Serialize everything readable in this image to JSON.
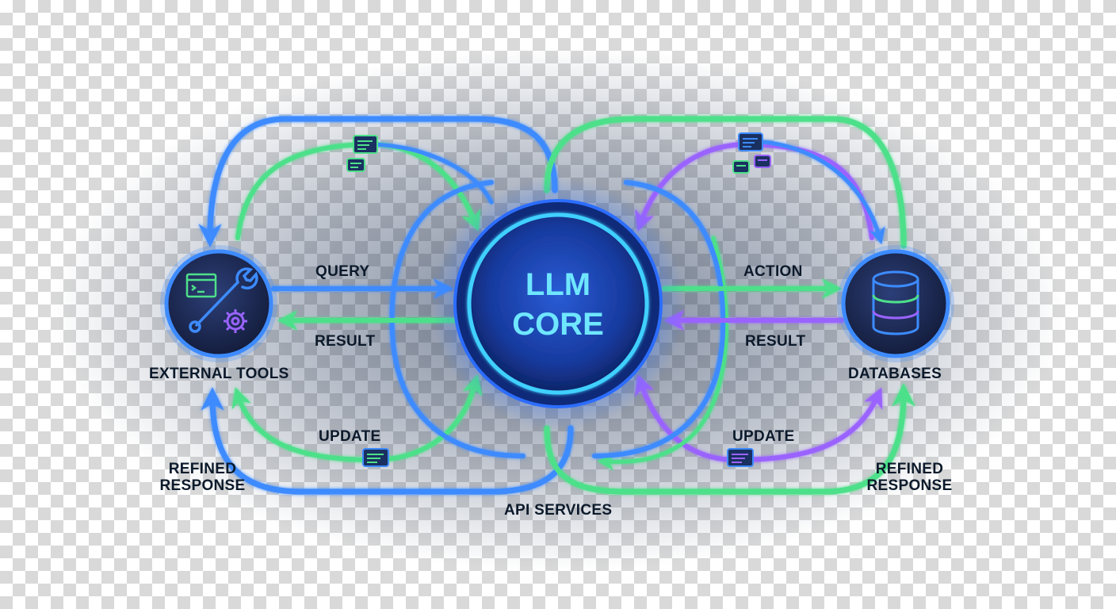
{
  "core": {
    "line1": "LLM",
    "line2": "CORE"
  },
  "nodes": {
    "external_tools": "EXTERNAL TOOLS",
    "databases": "DATABASES",
    "api_services": "API SERVICES"
  },
  "left_labels": {
    "query": "QUERY",
    "result": "RESULT",
    "update": "UPDATE",
    "refined_line1": "REFINED",
    "refined_line2": "RESPONSE"
  },
  "right_labels": {
    "action": "ACTION",
    "result": "RESULT",
    "update": "UPDATE",
    "refined_line1": "REFINED",
    "refined_line2": "RESPONSE"
  },
  "colors": {
    "blue": "#3d8bff",
    "green": "#4ee08a",
    "purple": "#9a63ff",
    "core_ring": "#3fd0ff",
    "core_fill": "#1b3fa8",
    "node_fill": "#1e2c55",
    "label_text": "#0c1a2b"
  },
  "icons": [
    "terminal-icon",
    "wrench-icon",
    "gear-icon",
    "database-icon",
    "message-card-icon"
  ]
}
